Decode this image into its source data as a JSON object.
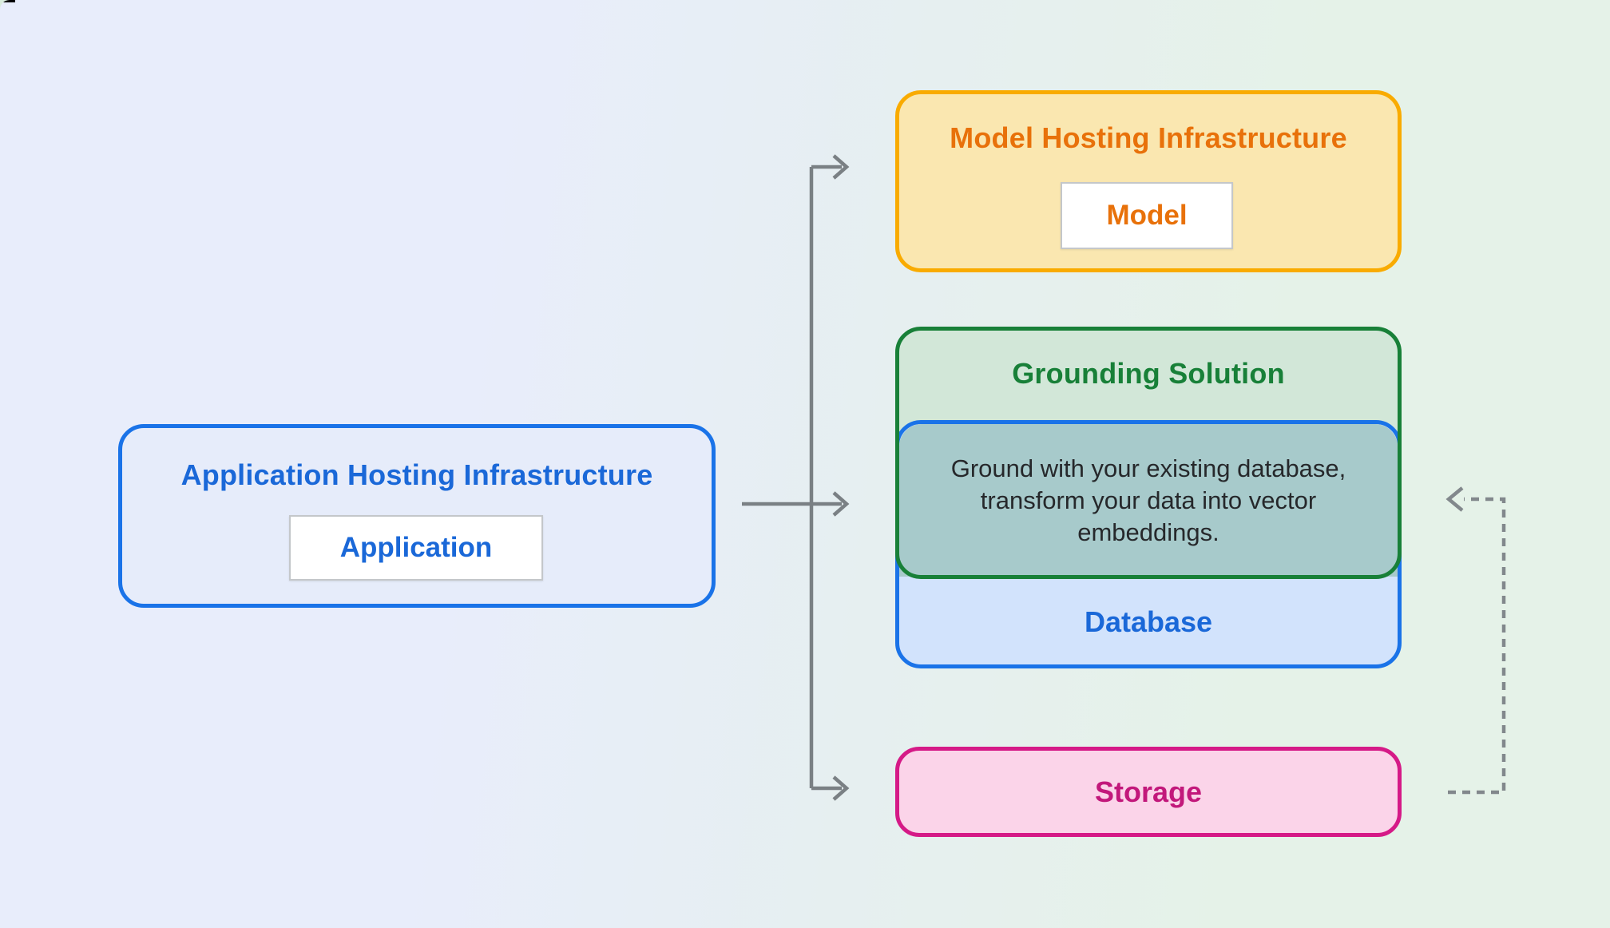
{
  "diagram": {
    "app_box": {
      "title": "Application Hosting Infrastructure",
      "chip": "Application"
    },
    "model_box": {
      "title": "Model Hosting Infrastructure",
      "chip": "Model"
    },
    "grounding_box": {
      "title": "Grounding Solution",
      "description_lines": [
        "Ground with your existing database,",
        "transform your data into vector",
        "embeddings."
      ]
    },
    "database_box": {
      "label": "Database"
    },
    "storage_box": {
      "label": "Storage"
    }
  },
  "icons": {
    "solid_connector": "right-arrow-icon",
    "dashed_connector": "left-arrow-icon"
  },
  "colors": {
    "bg_left": "#E8EDFB",
    "bg_mid": "#E6EFF0",
    "bg_right": "#E5F2E8",
    "blue_border": "#1A73E8",
    "blue_text": "#1A68D8",
    "blue_fill": "#E6ECFA",
    "db_fill": "#D2E3FC",
    "yellow_border": "#F9AB00",
    "yellow_fill": "#FAE7B0",
    "orange_text": "#E8710A",
    "green_border": "#188038",
    "green_text": "#188038",
    "green_fill": "#D2E7D8",
    "teal_fill": "#A7CACB",
    "desc_text": "#26282B",
    "pink_border": "#D51A87",
    "pink_fill": "#FBD4E9",
    "pink_text": "#C2187B",
    "chip_border": "#C4C7CA",
    "chip_bg": "#FFFFFF",
    "arrow_gray": "#7A8084",
    "dash_gray": "#82888C"
  }
}
